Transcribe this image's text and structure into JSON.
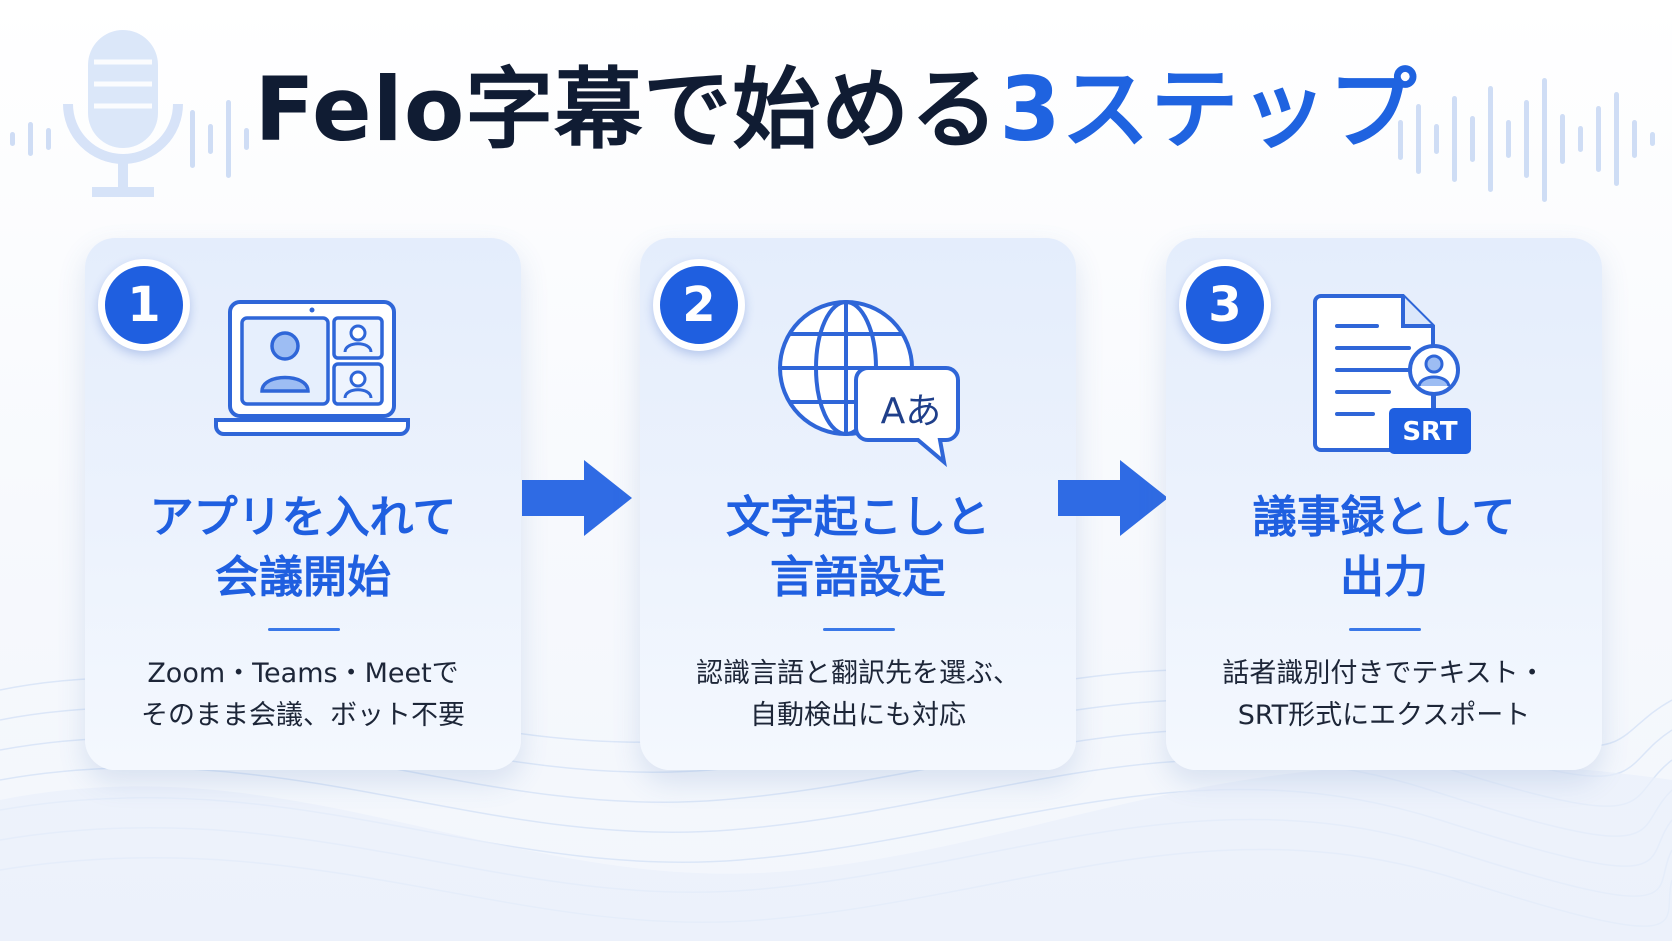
{
  "header": {
    "title_main": "Felo字幕で始める",
    "title_accent": "3ステップ"
  },
  "steps": [
    {
      "number": "1",
      "icon": "laptop-video-call-icon",
      "title_line1": "アプリを入れて",
      "title_line2": "会議開始",
      "desc_line1": "Zoom・Teams・Meetで",
      "desc_line2": "そのまま会議、ボット不要"
    },
    {
      "number": "2",
      "icon": "globe-translate-icon",
      "icon_text": "Aあ",
      "title_line1": "文字起こしと",
      "title_line2": "言語設定",
      "desc_line1": "認識言語と翻訳先を選ぶ、",
      "desc_line2": "自動検出にも対応"
    },
    {
      "number": "3",
      "icon": "document-speaker-srt-icon",
      "icon_text": "SRT",
      "title_line1": "議事録として",
      "title_line2": "出力",
      "desc_line1": "話者識別付きでテキスト・",
      "desc_line2": "SRT形式にエクスポート"
    }
  ],
  "colors": {
    "accent": "#1f5fe0",
    "title_dark": "#101c33",
    "card_bg": "#e8effc",
    "text": "#1d2638"
  },
  "decor": {
    "left_icon": "microphone-icon",
    "arrow_icon": "arrow-right-icon"
  }
}
